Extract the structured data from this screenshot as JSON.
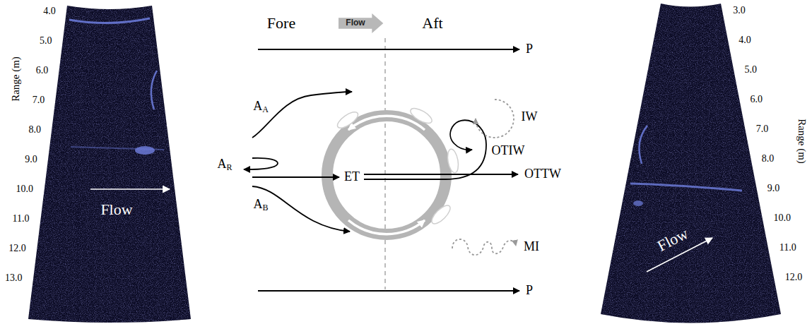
{
  "diagram": {
    "nodes": [
      {
        "text": [
          "Flow"
        ]
      }
    ],
    "labels": [
      "4.0",
      "5.0",
      "6.0",
      "7.0",
      "8.0",
      "9.0",
      "10.0",
      "11.0",
      "12.0",
      "13.0",
      "Range (m)",
      "Flow",
      "Fore",
      "Aft",
      "P",
      "AA",
      "AR",
      "ET",
      "AB",
      "IW",
      "OTIW",
      "OTTW",
      "MI",
      "P",
      "3.0",
      "4.0",
      "5.0",
      "6.0",
      "7.0",
      "8.0",
      "9.0",
      "10.0",
      "11.0",
      "12.0",
      "Range (m)",
      "Flow"
    ]
  }
}
